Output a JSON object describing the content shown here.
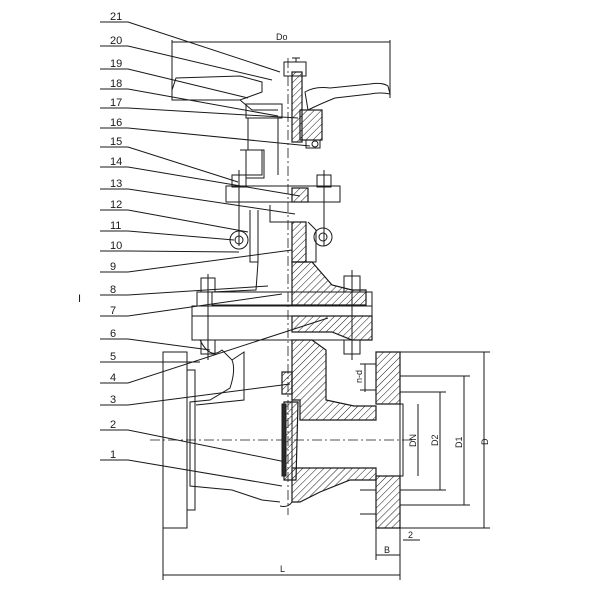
{
  "callouts": [
    "21",
    "20",
    "19",
    "18",
    "17",
    "16",
    "15",
    "14",
    "13",
    "12",
    "11",
    "10",
    "9",
    "8",
    "7",
    "6",
    "5",
    "4",
    "3",
    "2",
    "1"
  ],
  "dimensions": {
    "handwheel_diameter": "Do",
    "length": "L",
    "flange_outer": "D",
    "bolt_circle": "D1",
    "raised_face": "D2",
    "nominal_bore": "DN",
    "flange_thickness": "B",
    "raised_face_height": "2",
    "bolt_holes": "n-d"
  },
  "side_mark": "I",
  "colors": {
    "line": "#1a1a1a",
    "background": "#ffffff"
  }
}
